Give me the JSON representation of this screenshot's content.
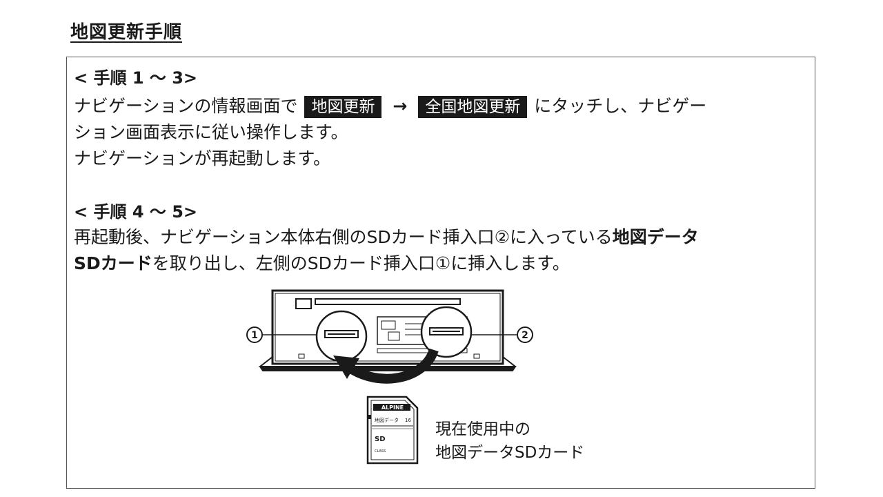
{
  "title": "地図更新手順",
  "step1": {
    "heading": "< 手順 1 ～ 3>",
    "line1_pre": "ナビゲーションの情報画面で",
    "tag1": "地図更新",
    "arrow": "→",
    "tag2": "全国地図更新",
    "line1_post": "にタッチし、ナビゲー",
    "line2": "ション画面表示に従い操作します。",
    "line3": "ナビゲーションが再起動します。"
  },
  "step2": {
    "heading": "< 手順 4 ～ 5>",
    "line1_pre": "再起動後、ナビゲーション本体右側のSDカード挿入口②に入っている",
    "line1_bold": "地図データ",
    "line2_bold": "SDカード",
    "line2_post": "を取り出し、左側のSDカード挿入口①に挿入します。"
  },
  "diagram": {
    "label_left": "1",
    "label_right": "2",
    "card_brand": "ALPINE",
    "card_label": "地図データ",
    "card_size": "16",
    "card_sd": "SD",
    "card_class": "CLASS"
  },
  "caption": {
    "line1": "現在使用中の",
    "line2": "地図データSDカード"
  }
}
